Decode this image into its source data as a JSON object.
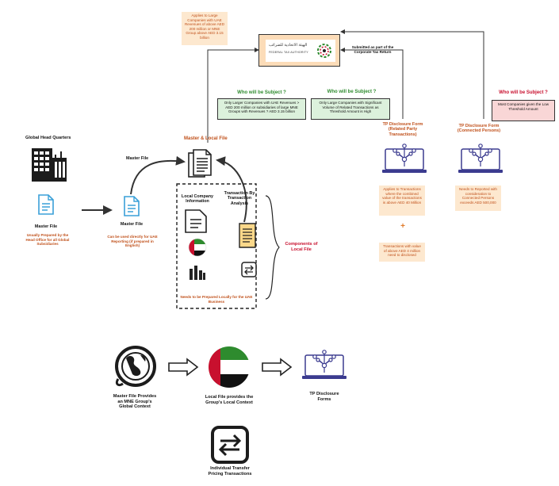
{
  "fta": {
    "logo_arabic": "الهيئة الاتحادية للضرائب",
    "logo_english": "FEDERAL TAX AUTHORITY",
    "submitted_note": "Submitted as part of the Corporate Tax Return",
    "top_note": "Applies to Large Companies with UAE Revenues of above AED 200 million or MNE Group above AED 3.15 billion"
  },
  "subject_boxes": [
    {
      "title": "Who will be Subject ?",
      "text": "Only Larger Companies with UAE Revenues > AED 200 million or subsidiaries of large MNE Groups with Revenues ? AED 3.15 billion"
    },
    {
      "title": "Who will be Subject ?",
      "text": "Only Large Companies with Significant Volume of Related Transactions as Threshold Amount is High"
    },
    {
      "title": "Who will be Subject ?",
      "text": "Most Companies given the Low Threshold Amount"
    }
  ],
  "left": {
    "hq_label": "Global Head Quarters",
    "master_file_label": "Master File",
    "master_file_note": "Usually Prepared by the Head Office for all Global Subsidiaries",
    "master_file_label_2": "Master File",
    "master_file_note_2": "Can be used directly for UAE Reporting (if prepared in English)"
  },
  "center": {
    "master_file_top": "Master File",
    "master_local_label": "Master & Local File",
    "local_company_info": "Local Company Information",
    "tbt_analysis": "Transaction By Transaction Analysis",
    "prepared_locally": "Needs to be Prepared Locally for the UAE Business",
    "components_label": "Components of Local File"
  },
  "tp_forms": {
    "related_title": "TP Disclosure Form (Related Party Transactions)",
    "related_note": "Applies to Transactions where the combined value of the transactions is above AED 40 Million",
    "plus": "+",
    "related_note_2": "Transactions with value of above AED 4 million need to disclosed",
    "connected_title": "TP Disclosure Form (Connected Persons)",
    "connected_note": "Needs to Reported with consideration to Connected Persons exceeds AED 500,000"
  },
  "bottom": {
    "master_caption": "Master File Provides an MNE Group's Global Context",
    "local_caption": "Local File provides the Group's Local Context",
    "tp_caption": "TP Disclosure Forms",
    "transfer_caption": "Individual Transfer Pricing Transactions"
  },
  "colors": {
    "peach": "#fde8cf",
    "orange_text": "#c0501a",
    "green_box": "#dcf1dc",
    "green_text": "#2e8b2e",
    "pink_box": "#f9d6d6",
    "red_text": "#c8102e",
    "fta_fill": "#fcdcb8",
    "icon_purple": "#3b3b8f",
    "doc_blue": "#3aa0d8"
  }
}
